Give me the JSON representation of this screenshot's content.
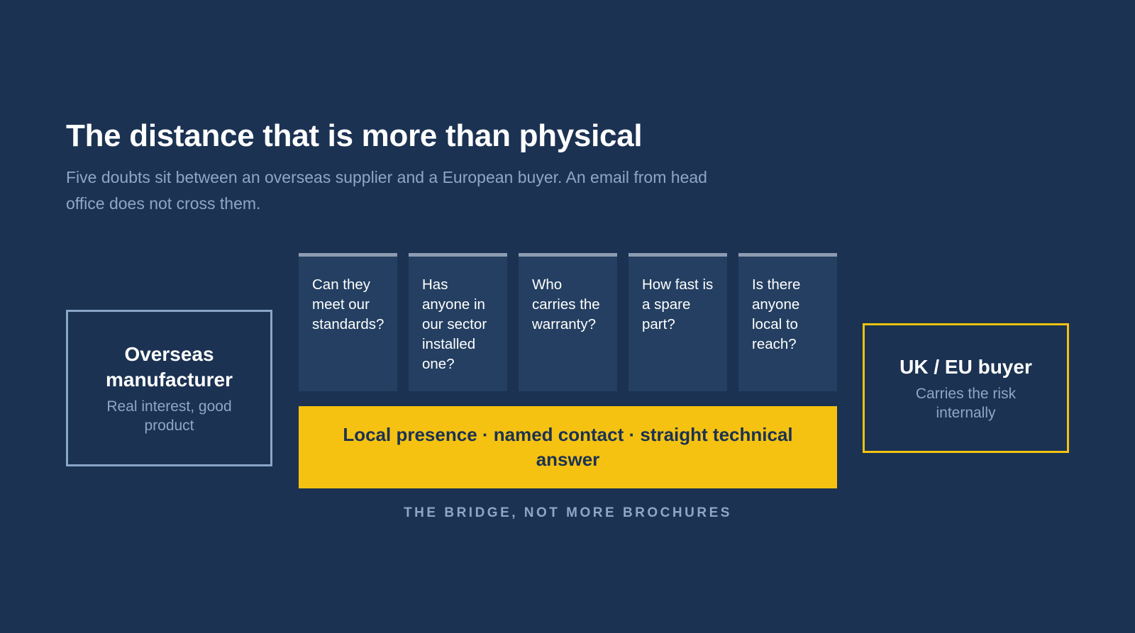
{
  "title": "The distance that is more than physical",
  "subtitle": "Five doubts sit between an overseas supplier and a European buyer. An email from head office does not cross them.",
  "left_box": {
    "title": "Overseas manufacturer",
    "sub": "Real interest, good product"
  },
  "right_box": {
    "title": "UK / EU buyer",
    "sub": "Carries the risk internally"
  },
  "doubts": [
    "Can they meet our standards?",
    "Has anyone in our sector installed one?",
    "Who carries the warranty?",
    "How fast is a spare part?",
    "Is there anyone local to reach?"
  ],
  "bridge": "Local presence · named contact · straight technical answer",
  "tagline": "THE BRIDGE, NOT MORE BROCHURES",
  "colors": {
    "background": "#1b3252",
    "accent": "#f5c211",
    "card": "#243f61",
    "muted_text": "#8fa6c6",
    "left_border": "#8aa6c8"
  }
}
